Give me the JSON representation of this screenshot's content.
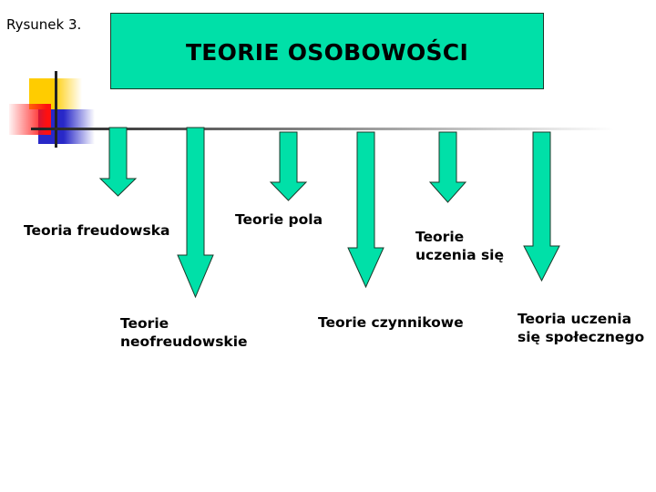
{
  "figure_label": "Rysunek 3.",
  "title": "TEORIE OSOBOWOŚCI",
  "colors": {
    "box_fill": "#00e0a8",
    "arrow_fill": "#00e0a8",
    "outline": "#1a3a2a",
    "deco_yellow": "#ffcc00",
    "deco_red": "#ff2020",
    "deco_blue": "#3030d0"
  },
  "theories": [
    {
      "label_line1": "Teoria freudowska",
      "label_line2": ""
    },
    {
      "label_line1": "Teorie",
      "label_line2": "neofreudowskie"
    },
    {
      "label_line1": "Teorie pola",
      "label_line2": ""
    },
    {
      "label_line1": "Teorie czynnikowe",
      "label_line2": ""
    },
    {
      "label_line1": "Teorie",
      "label_line2": "uczenia się"
    },
    {
      "label_line1": "Teoria uczenia",
      "label_line2": "się społecznego"
    }
  ]
}
